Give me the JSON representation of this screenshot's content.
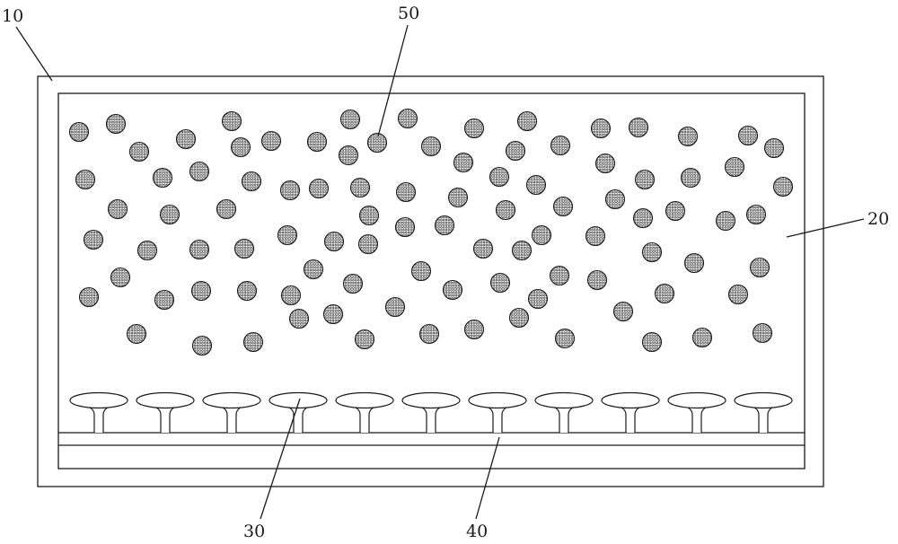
{
  "labels": {
    "outer_frame": "10",
    "inner_chamber": "20",
    "nozzle": "30",
    "base_plate": "40",
    "particle": "50"
  },
  "nozzles": {
    "count": 11
  },
  "colors": {
    "line": "#1a1a1a",
    "background": "#ffffff"
  }
}
